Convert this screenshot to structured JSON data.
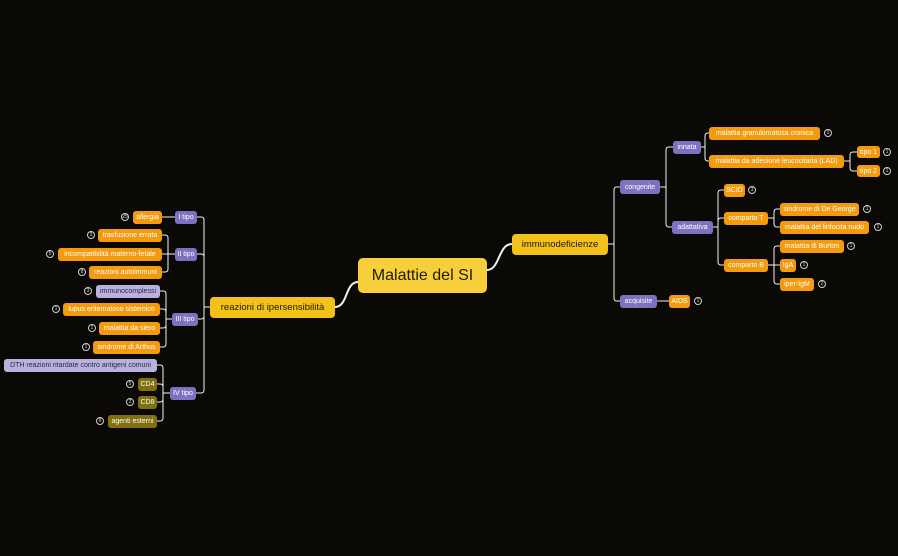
{
  "root": "Malattie del SI",
  "branches": {
    "immuno": "immunodeficienze",
    "iper": "reazioni di ipersensibilità"
  },
  "immuno": {
    "congenite": "congenite",
    "innata": "innata",
    "cgd": "malattia granulomatosa cronica",
    "lad": "malattia da adesione leucocitaria (LAD)",
    "tipo1": "tipo 1",
    "tipo2": "tipo 2",
    "adattativa": "adattativa",
    "scid": "SCID",
    "compT": "comparto T",
    "digeorge": "sindrome di De George",
    "nudo": "malattia del linfocita nudo",
    "compB": "comparto B",
    "burton": "malattia di Burton",
    "iga": "IgA",
    "iperigm": "iper-IgM",
    "acquisite": "acquisite",
    "aids": "AIDS"
  },
  "iper": {
    "tipo1": "I tipo",
    "allergia": "allergia",
    "tipo2": "II tipo",
    "trasfusione": "trasfusione errata",
    "incompat": "incompatibilità materno-fetale",
    "autoimmuni": "reazioni autoimmuni",
    "tipo3": "III tipo",
    "immunocomplessi": "immunocomplessi",
    "lupus": "lupus eritematoso sistemico",
    "siero": "malattia da siero",
    "arthus": "sindrome di Arthus",
    "tipo4": "IV tipo",
    "dth": "DTH reazioni ritardate contro antigeni comuni",
    "cd4": "CD4",
    "cd8": "CD8",
    "agenti": "agenti esterni"
  },
  "badges": {
    "cgd": "1",
    "tipo1": "1",
    "tipo2": "1",
    "scid": "3",
    "digeorge": "1",
    "nudo": "1",
    "burton": "1",
    "iga": "1",
    "iperigm": "2",
    "aids": "1",
    "allergia": "25",
    "trasfusione": "3",
    "incompat": "5",
    "autoimmuni": "8",
    "immunocomplessi": "3",
    "lupus": "1",
    "siero": "1",
    "arthus": "1",
    "cd4": "5",
    "cd8": "2",
    "agenti": "6"
  },
  "colors": {
    "background": "#0b0906",
    "root": "#f7cf3a",
    "branch": "#f2c21a",
    "category": "#7c72c0",
    "leaf": "#f39a0e",
    "lavender": "#b9b2e0",
    "olive": "#807010",
    "connector": "#f2f2f2"
  }
}
